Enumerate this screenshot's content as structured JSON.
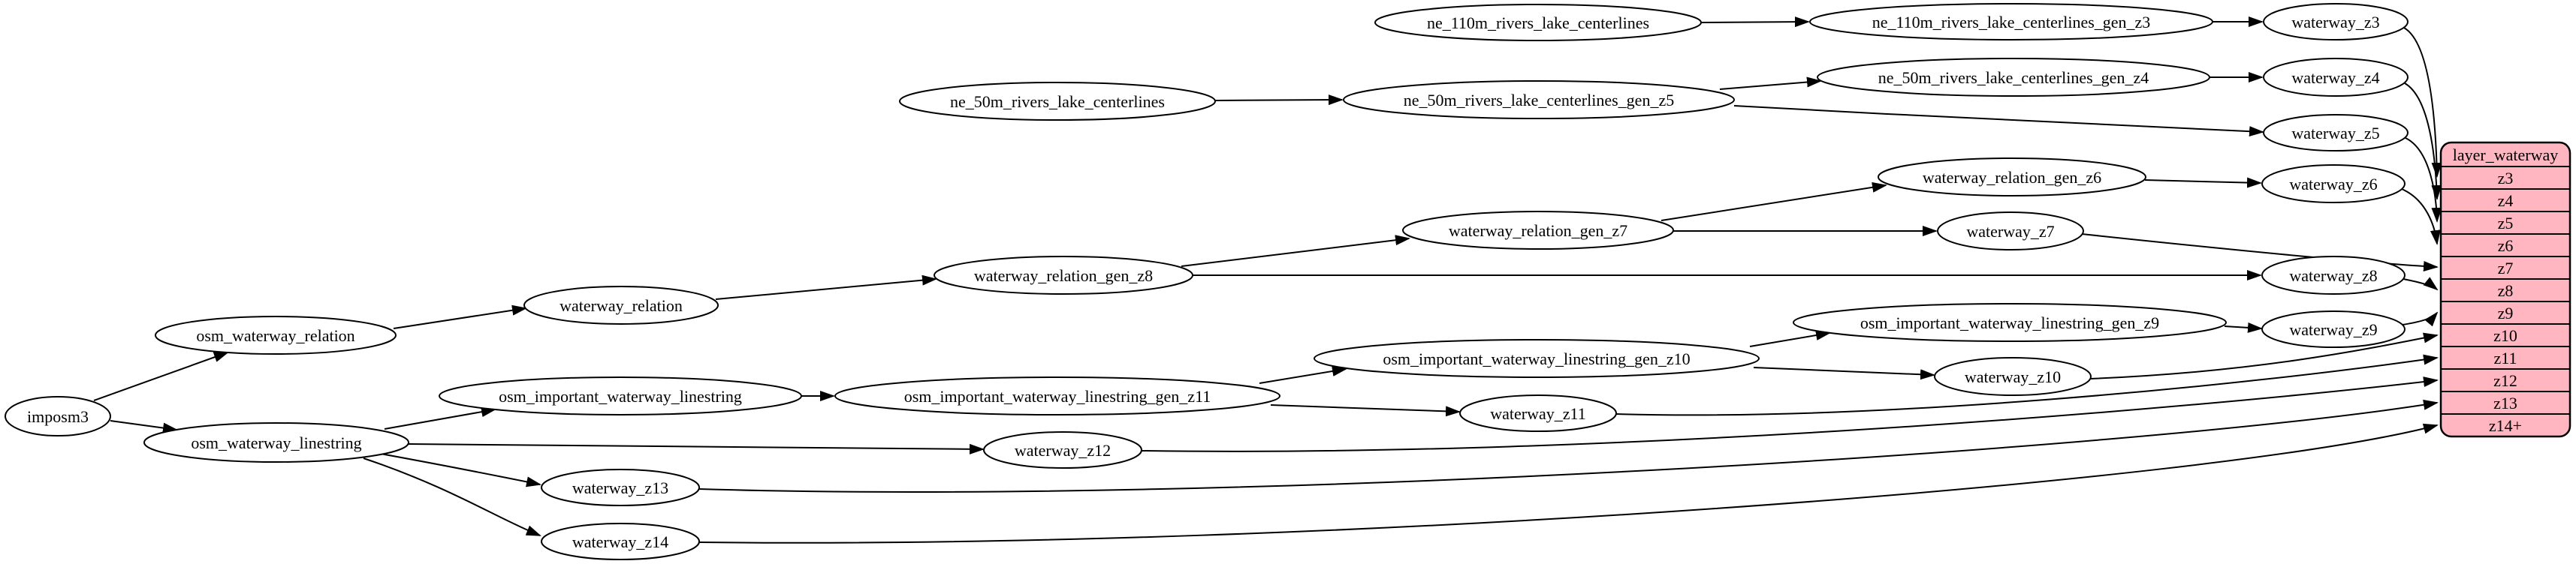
{
  "diagram": {
    "kind": "dependency-graph",
    "colors": {
      "background": "#ffffff",
      "node_fill": "#ffffff",
      "node_stroke": "#000000",
      "edge": "#000000",
      "table_fill": "#ffb6c1",
      "table_stroke": "#000000",
      "text": "#000000"
    },
    "nodes": [
      {
        "label": "imposm3"
      },
      {
        "label": "osm_waterway_relation"
      },
      {
        "label": "osm_waterway_linestring"
      },
      {
        "label": "waterway_relation"
      },
      {
        "label": "osm_important_waterway_linestring"
      },
      {
        "label": "waterway_z13"
      },
      {
        "label": "waterway_z14"
      },
      {
        "label": "waterway_relation_gen_z8"
      },
      {
        "label": "osm_important_waterway_linestring_gen_z11"
      },
      {
        "label": "waterway_z12"
      },
      {
        "label": "ne_50m_rivers_lake_centerlines"
      },
      {
        "label": "ne_110m_rivers_lake_centerlines"
      },
      {
        "label": "ne_50m_rivers_lake_centerlines_gen_z5"
      },
      {
        "label": "waterway_relation_gen_z7"
      },
      {
        "label": "osm_important_waterway_linestring_gen_z10"
      },
      {
        "label": "waterway_z11"
      },
      {
        "label": "ne_110m_rivers_lake_centerlines_gen_z3"
      },
      {
        "label": "ne_50m_rivers_lake_centerlines_gen_z4"
      },
      {
        "label": "waterway_relation_gen_z6"
      },
      {
        "label": "waterway_z7"
      },
      {
        "label": "osm_important_waterway_linestring_gen_z9"
      },
      {
        "label": "waterway_z10"
      },
      {
        "label": "waterway_z3"
      },
      {
        "label": "waterway_z4"
      },
      {
        "label": "waterway_z5"
      },
      {
        "label": "waterway_z6"
      },
      {
        "label": "waterway_z8"
      },
      {
        "label": "waterway_z9"
      }
    ],
    "edges": [
      {
        "from": "imposm3",
        "to": "osm_waterway_relation"
      },
      {
        "from": "imposm3",
        "to": "osm_waterway_linestring"
      },
      {
        "from": "osm_waterway_relation",
        "to": "waterway_relation"
      },
      {
        "from": "waterway_relation",
        "to": "waterway_relation_gen_z8"
      },
      {
        "from": "waterway_relation_gen_z8",
        "to": "waterway_relation_gen_z7"
      },
      {
        "from": "waterway_relation_gen_z8",
        "to": "waterway_z8"
      },
      {
        "from": "waterway_relation_gen_z7",
        "to": "waterway_relation_gen_z6"
      },
      {
        "from": "waterway_relation_gen_z7",
        "to": "waterway_z7"
      },
      {
        "from": "waterway_relation_gen_z6",
        "to": "waterway_z6"
      },
      {
        "from": "osm_waterway_linestring",
        "to": "osm_important_waterway_linestring"
      },
      {
        "from": "osm_waterway_linestring",
        "to": "waterway_z12"
      },
      {
        "from": "osm_waterway_linestring",
        "to": "waterway_z13"
      },
      {
        "from": "osm_waterway_linestring",
        "to": "waterway_z14"
      },
      {
        "from": "osm_important_waterway_linestring",
        "to": "osm_important_waterway_linestring_gen_z11"
      },
      {
        "from": "osm_important_waterway_linestring_gen_z11",
        "to": "osm_important_waterway_linestring_gen_z10"
      },
      {
        "from": "osm_important_waterway_linestring_gen_z11",
        "to": "waterway_z11"
      },
      {
        "from": "osm_important_waterway_linestring_gen_z10",
        "to": "osm_important_waterway_linestring_gen_z9"
      },
      {
        "from": "osm_important_waterway_linestring_gen_z10",
        "to": "waterway_z10"
      },
      {
        "from": "osm_important_waterway_linestring_gen_z9",
        "to": "waterway_z9"
      },
      {
        "from": "ne_110m_rivers_lake_centerlines",
        "to": "ne_110m_rivers_lake_centerlines_gen_z3"
      },
      {
        "from": "ne_110m_rivers_lake_centerlines_gen_z3",
        "to": "waterway_z3"
      },
      {
        "from": "ne_50m_rivers_lake_centerlines",
        "to": "ne_50m_rivers_lake_centerlines_gen_z5"
      },
      {
        "from": "ne_50m_rivers_lake_centerlines_gen_z5",
        "to": "ne_50m_rivers_lake_centerlines_gen_z4"
      },
      {
        "from": "ne_50m_rivers_lake_centerlines_gen_z5",
        "to": "waterway_z5"
      },
      {
        "from": "ne_50m_rivers_lake_centerlines_gen_z4",
        "to": "waterway_z4"
      },
      {
        "from": "waterway_z3",
        "to": "z3"
      },
      {
        "from": "waterway_z4",
        "to": "z4"
      },
      {
        "from": "waterway_z5",
        "to": "z5"
      },
      {
        "from": "waterway_z6",
        "to": "z6"
      },
      {
        "from": "waterway_z7",
        "to": "z7"
      },
      {
        "from": "waterway_z8",
        "to": "z8"
      },
      {
        "from": "waterway_z9",
        "to": "z9"
      },
      {
        "from": "waterway_z10",
        "to": "z10"
      },
      {
        "from": "waterway_z11",
        "to": "z11"
      },
      {
        "from": "waterway_z12",
        "to": "z12"
      },
      {
        "from": "waterway_z13",
        "to": "z13"
      },
      {
        "from": "waterway_z14",
        "to": "z14+"
      }
    ],
    "table": {
      "title": "layer_waterway",
      "rows": [
        "z3",
        "z4",
        "z5",
        "z6",
        "z7",
        "z8",
        "z9",
        "z10",
        "z11",
        "z12",
        "z13",
        "z14+"
      ]
    }
  }
}
